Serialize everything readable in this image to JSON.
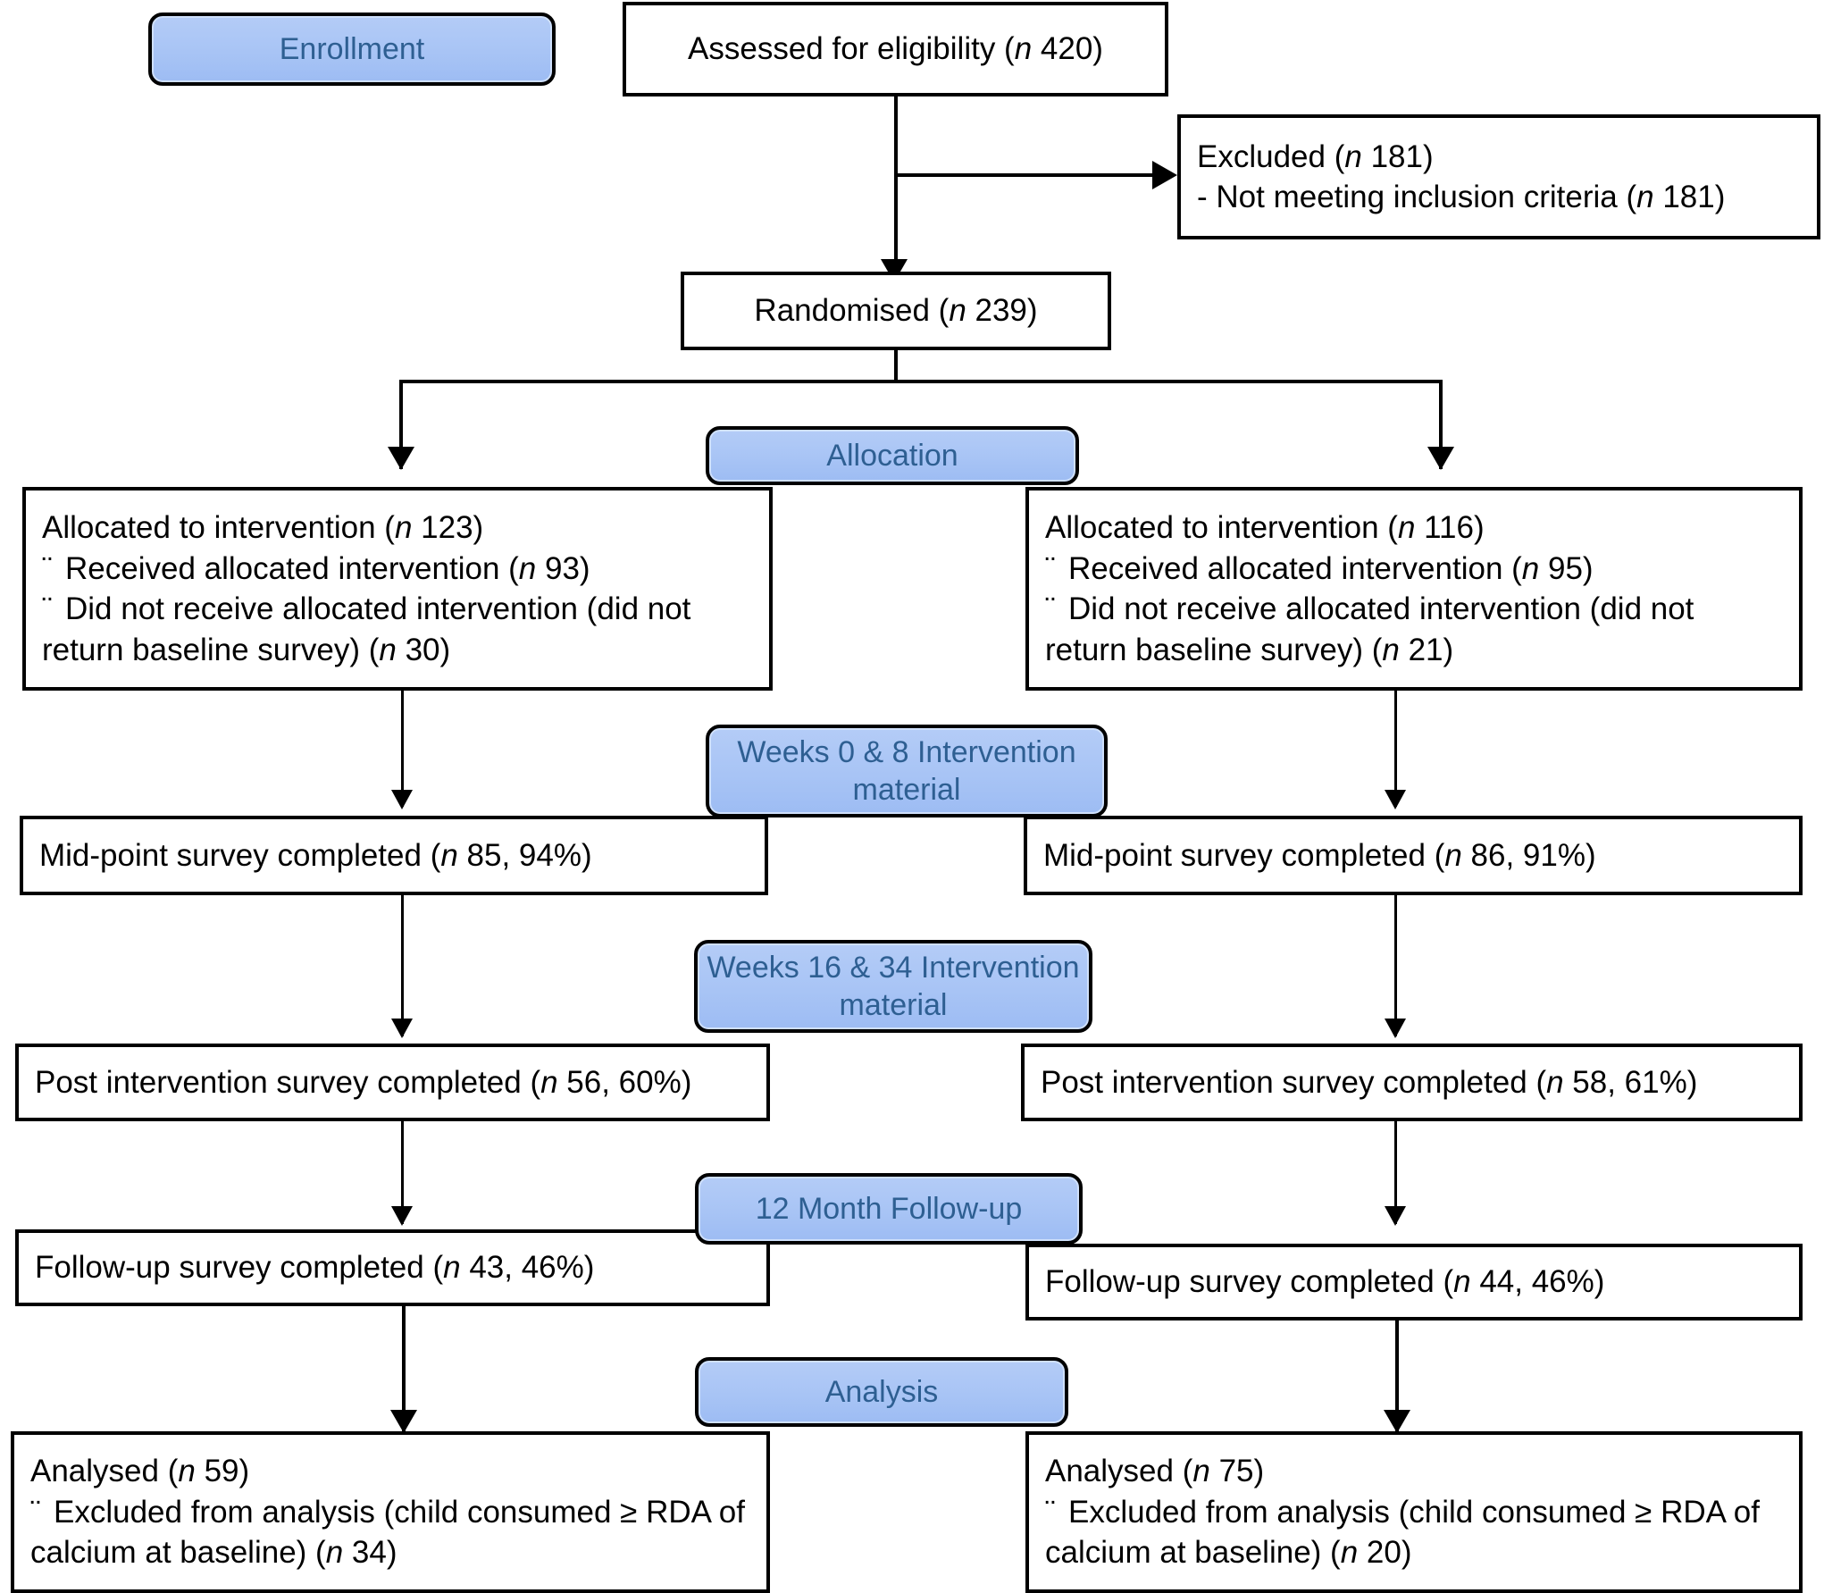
{
  "diagram": {
    "title": "CONSORT participant flow diagram",
    "colors": {
      "badge_fill": "#a8c4f5",
      "badge_text": "#2e5f92",
      "box_border": "#000000",
      "box_fill": "#ffffff",
      "connector": "#000000"
    }
  },
  "stages": [
    {
      "id": "enrollment",
      "label": "Enrollment"
    },
    {
      "id": "allocation",
      "label": "Allocation"
    },
    {
      "id": "weeks-0-8",
      "label": "Weeks 0 & 8 Intervention material"
    },
    {
      "id": "weeks-16-34",
      "label": "Weeks 16 & 34 Intervention material"
    },
    {
      "id": "follow-up",
      "label": "12 Month Follow-up"
    },
    {
      "id": "analysis",
      "label": "Analysis"
    }
  ],
  "nodes": {
    "assessed": {
      "line1_pre": "Assessed for eligibility (",
      "line1_n": "n",
      "line1_post": " 420)"
    },
    "excluded": {
      "line1_pre": "Excluded (",
      "line1_n": "n",
      "line1_post": " 181)",
      "line2_pre": "- Not meeting inclusion criteria (",
      "line2_n": "n",
      "line2_post": " 181)"
    },
    "randomised": {
      "line1_pre": "Randomised (",
      "line1_n": "n",
      "line1_post": " 239)"
    },
    "alloc_left": {
      "line1_pre": "Allocated to intervention (",
      "line1_n": "n",
      "line1_post": " 123)",
      "bullet": "¨",
      "line2_pre": "Received allocated intervention (",
      "line2_n": "n",
      "line2_post": " 93)",
      "line3_pre": "Did not receive allocated intervention (did not return baseline survey) (",
      "line3_n": "n",
      "line3_post": " 30)"
    },
    "alloc_right": {
      "line1_pre": "Allocated to intervention (",
      "line1_n": "n",
      "line1_post": " 116)",
      "bullet": "¨",
      "line2_pre": "Received allocated intervention (",
      "line2_n": "n",
      "line2_post": " 95)",
      "line3_pre": "Did not receive allocated intervention (did not return baseline survey) (",
      "line3_n": "n",
      "line3_post": " 21)"
    },
    "mid_left": {
      "line1_pre": "Mid-point survey completed (",
      "line1_n": "n",
      "line1_post": " 85, 94%)"
    },
    "mid_right": {
      "line1_pre": "Mid-point survey completed (",
      "line1_n": "n",
      "line1_post": " 86, 91%)"
    },
    "post_left": {
      "line1_pre": "Post intervention survey completed (",
      "line1_n": "n",
      "line1_post": " 56, 60%)"
    },
    "post_right": {
      "line1_pre": "Post intervention survey completed (",
      "line1_n": "n",
      "line1_post": " 58, 61%)"
    },
    "fup_left": {
      "line1_pre": "Follow-up survey completed (",
      "line1_n": "n",
      "line1_post": " 43, 46%)"
    },
    "fup_right": {
      "line1_pre": "Follow-up survey completed (",
      "line1_n": "n",
      "line1_post": " 44, 46%)"
    },
    "analysed_left": {
      "line1_pre": "Analysed  (",
      "line1_n": "n",
      "line1_post": " 59)",
      "bullet": "¨",
      "line2_pre": "Excluded from analysis (child consumed  ≥ RDA of calcium at baseline) (",
      "line2_n": "n",
      "line2_post": " 34)"
    },
    "analysed_right": {
      "line1_pre": "Analysed  (",
      "line1_n": "n",
      "line1_post": " 75)",
      "bullet": "¨",
      "line2_pre": "Excluded from analysis (child consumed  ≥ RDA of calcium at baseline) (",
      "line2_n": "n",
      "line2_post": " 20)"
    }
  }
}
